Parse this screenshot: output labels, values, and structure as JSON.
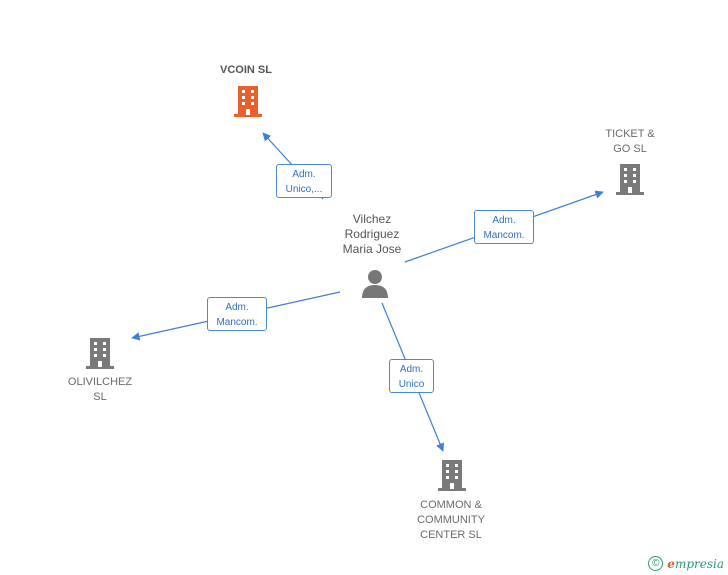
{
  "center": {
    "name": "Vilchez\nRodriguez\nMaria Jose"
  },
  "nodes": [
    {
      "id": "vcoin",
      "name": "VCOIN  SL",
      "color": "#e8602c"
    },
    {
      "id": "ticket",
      "name": "TICKET &\nGO  SL",
      "color": "#7a7a7a"
    },
    {
      "id": "olivilchez",
      "name": "OLIVILCHEZ\nSL",
      "color": "#7a7a7a"
    },
    {
      "id": "common",
      "name": "COMMON &\nCOMMUNITY\nCENTER  SL",
      "color": "#7a7a7a"
    }
  ],
  "edges": [
    {
      "to": "vcoin",
      "label": "Adm.\nUnico,..."
    },
    {
      "to": "ticket",
      "label": "Adm.\nMancom."
    },
    {
      "to": "olivilchez",
      "label": "Adm.\nMancom."
    },
    {
      "to": "common",
      "label": "Adm.\nUnico"
    }
  ],
  "colors": {
    "edge": "#3b7fd6",
    "person": "#777777"
  },
  "footer": {
    "copyright_symbol": "©",
    "brand_first": "e",
    "brand_rest": "mpresia"
  }
}
